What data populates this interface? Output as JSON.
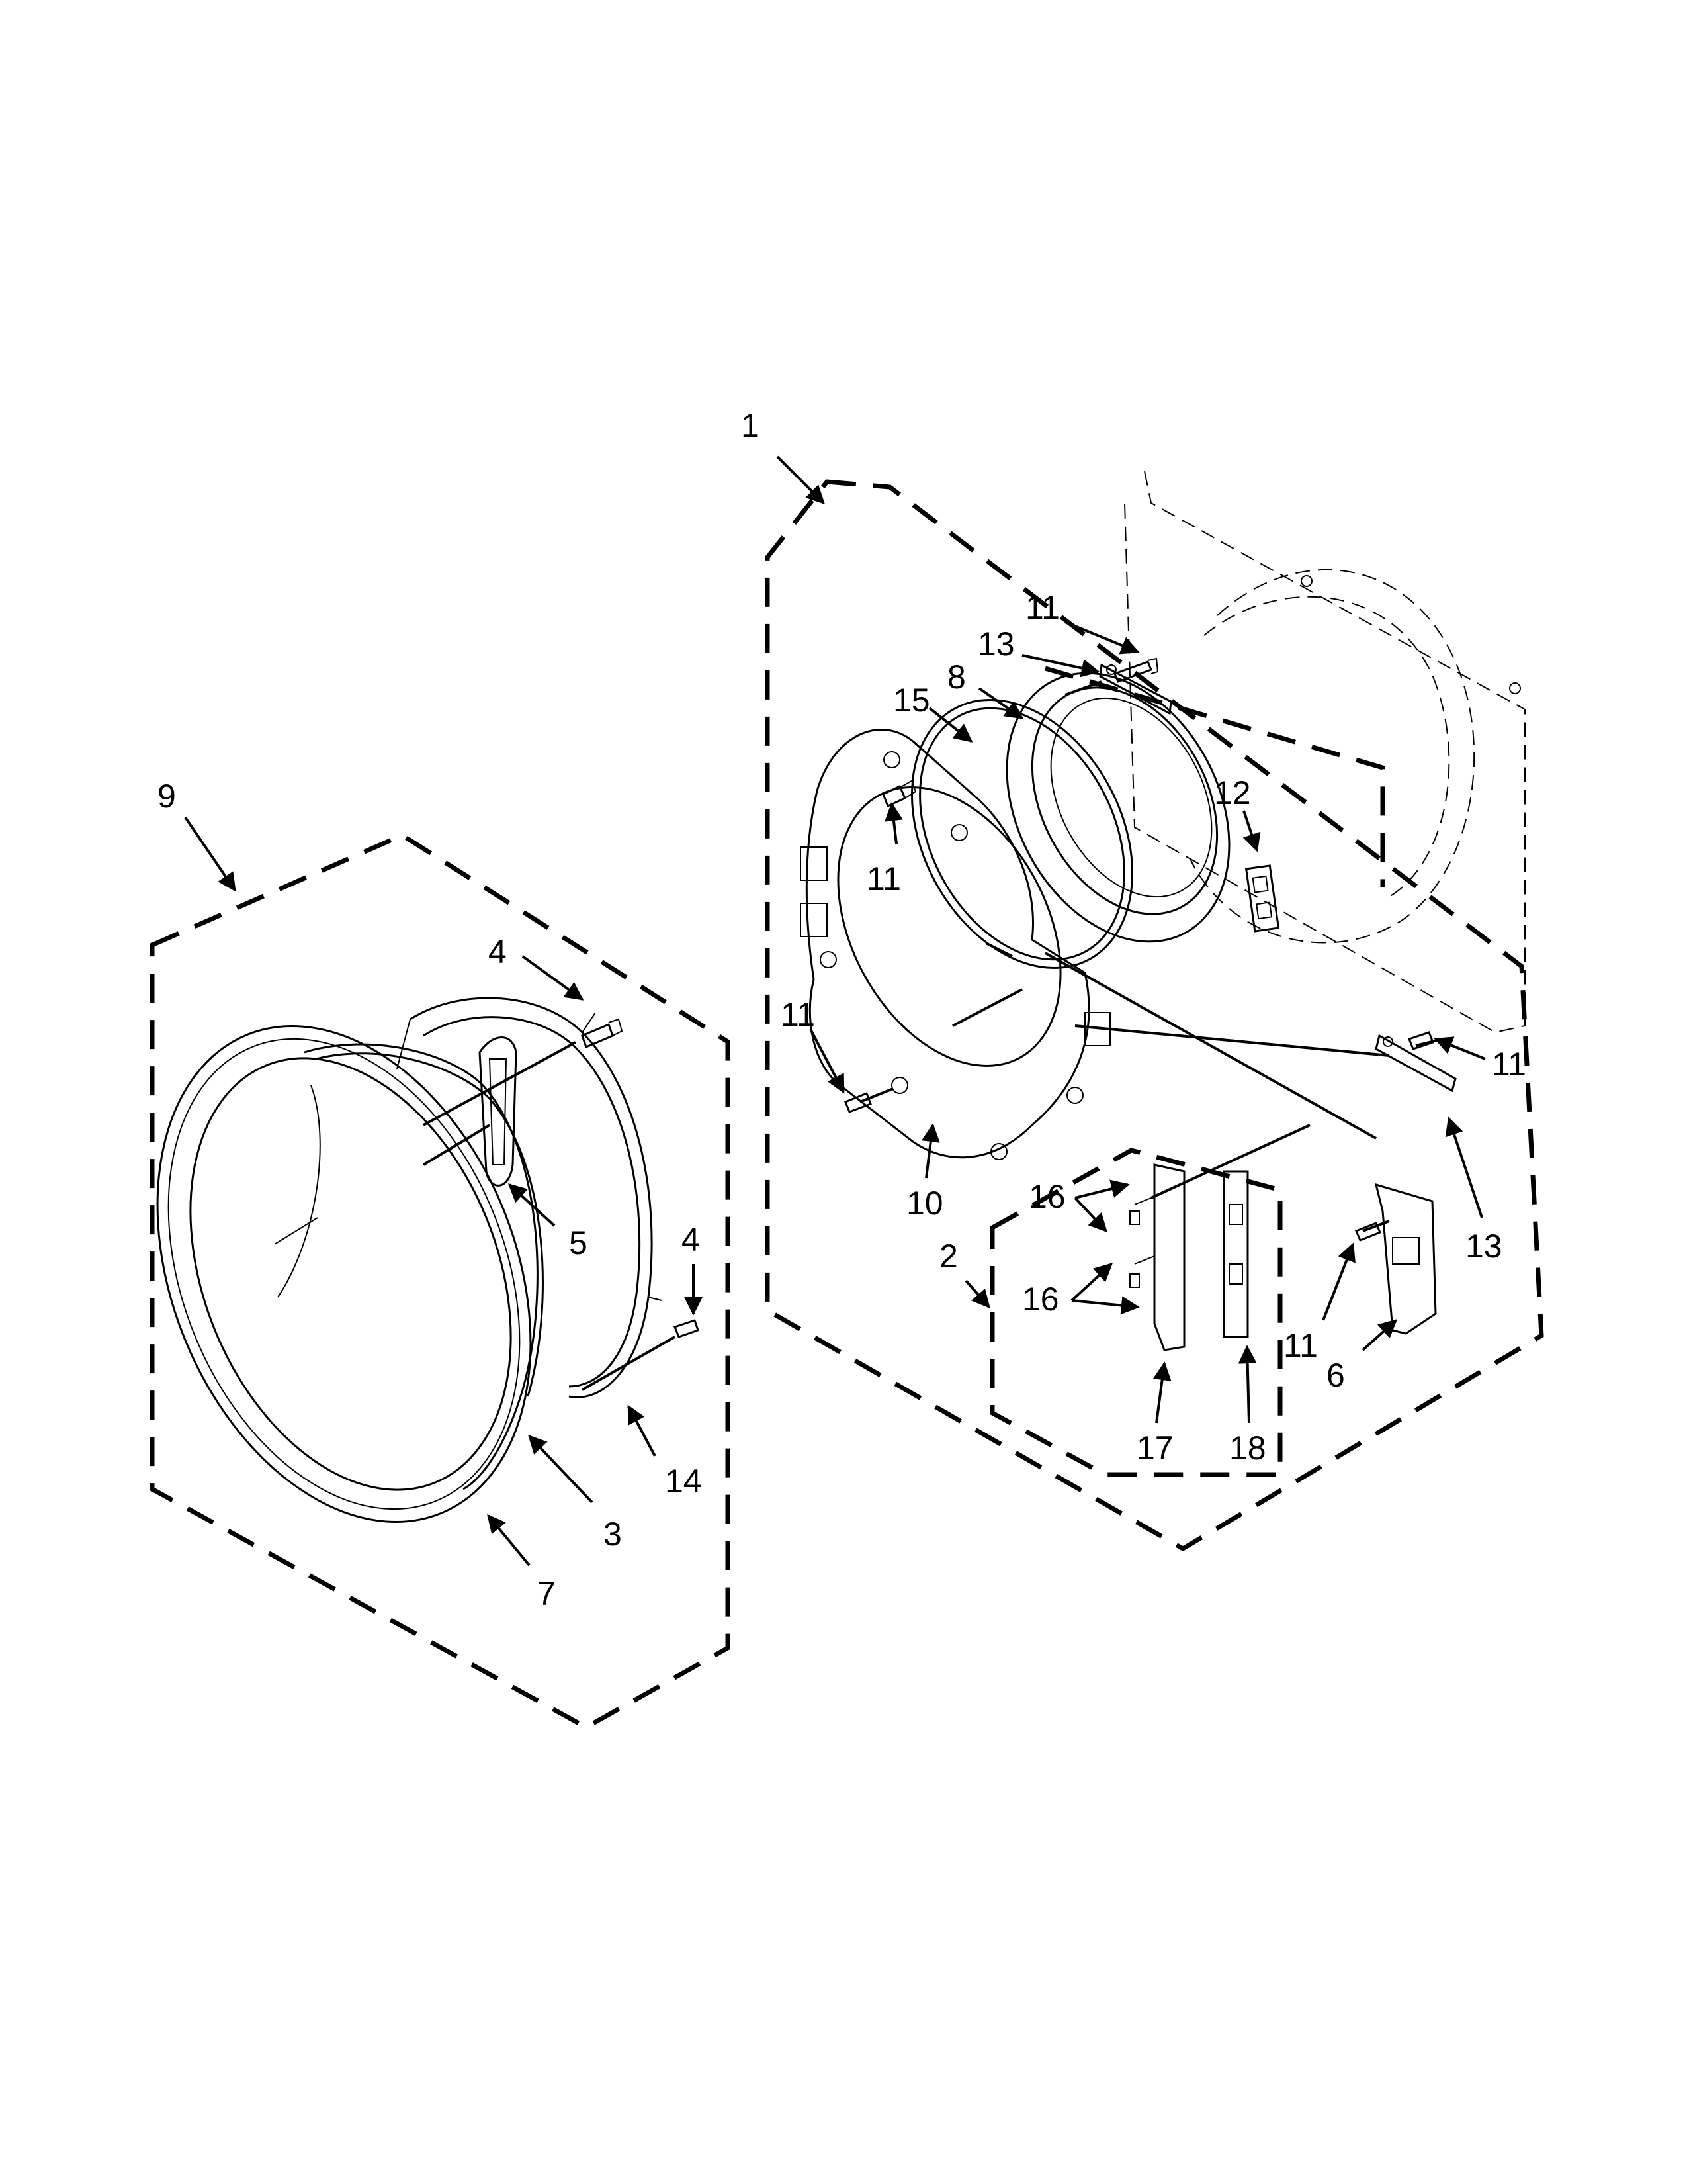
{
  "callouts": {
    "c1": "1",
    "c2": "2",
    "c3": "3",
    "c4a": "4",
    "c4b": "4",
    "c5": "5",
    "c6": "6",
    "c7": "7",
    "c8": "8",
    "c9": "9",
    "c10": "10",
    "c11a": "11",
    "c11b": "11",
    "c11c": "11",
    "c11d": "11",
    "c11e": "11",
    "c12": "12",
    "c13a": "13",
    "c13b": "13",
    "c14": "14",
    "c15": "15",
    "c16a": "16",
    "c16b": "16",
    "c17": "17",
    "c18": "18"
  }
}
